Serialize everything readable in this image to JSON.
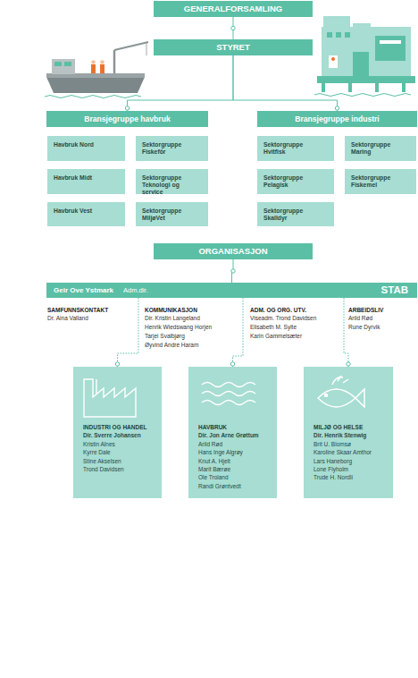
{
  "diagram": {
    "nodes": [
      {
        "text": [
          "GENERALFORSAMLING"
        ]
      },
      {
        "text": [
          "STYRET"
        ]
      },
      {
        "text": [
          "Bransjegruppe havbruk"
        ]
      },
      {
        "text": [
          "Bransjegruppe industri"
        ]
      },
      {
        "text": [
          "Havbruk Nord"
        ]
      },
      {
        "text": [
          "Sektorgruppe Fiskefôr"
        ]
      },
      {
        "text": [
          "Havbruk Midt"
        ]
      },
      {
        "text": [
          "Sektorgruppe Teknologi og service"
        ]
      },
      {
        "text": [
          "Havbruk Vest"
        ]
      },
      {
        "text": [
          "Sektorgruppe MiljøVet"
        ]
      },
      {
        "text": [
          "Sektorgruppe Hvitfisk"
        ]
      },
      {
        "text": [
          "Sektorgruppe Maring"
        ]
      },
      {
        "text": [
          "Sektorgruppe Pelagisk"
        ]
      },
      {
        "text": [
          "Sektorgruppe Fiskemel"
        ]
      },
      {
        "text": [
          "Sektorgruppe Skalldyr"
        ]
      },
      {
        "text": [
          "ORGANISASJON"
        ]
      },
      {
        "text": [
          "Geir Ove Ystmark",
          "Adm.dir.",
          "STAB"
        ]
      },
      {
        "text": [
          "INDUSTRI OG HANDEL",
          "Dir. Sverre Johansen",
          "Kristin Alnes",
          "Kyrre Dale",
          "Stine Akselsen",
          "Trond Davidsen"
        ]
      },
      {
        "text": [
          "HAVBRUK",
          "Dir. Jon Arne Grøttum",
          "Arild Rød",
          "Hans Inge Algrøy",
          "Knut A. Hjelt",
          "Marit Bærøe",
          "Ole Troland",
          "Randi Grøntvedt"
        ]
      },
      {
        "text": [
          "MILJØ OG HELSE",
          "Dir. Henrik Stenwig",
          "Brit U. Blomsø",
          "Karoline Skaar Amthor",
          "Lars Haneborg",
          "Lone Flyholm",
          "Trude H. Nordli"
        ]
      }
    ],
    "edges": [
      {
        "from": 0,
        "to": 1,
        "arrow": "none"
      },
      {
        "from": 1,
        "to": 2,
        "arrow": "none"
      },
      {
        "from": 1,
        "to": 3,
        "arrow": "none"
      },
      {
        "from": 15,
        "to": 16,
        "arrow": "none"
      },
      {
        "from": 16,
        "to": 17,
        "arrow": "none"
      },
      {
        "from": 16,
        "to": 18,
        "arrow": "none"
      },
      {
        "from": 16,
        "to": 19,
        "arrow": "none"
      }
    ],
    "labels": [
      "SAMFUNNSKONTAKT",
      "Dr. Aina Valland",
      "KOMMUNIKASJON",
      "Dir. Kristin Langeland",
      "Henrik Wiedswang Horjen",
      "Tarjei Svalbjørg",
      "Øyvind André Haram",
      "ADM. OG ORG. UTV.",
      "Viseadm. Trond Davidsen",
      "Elisabeth M. Sylte",
      "Karin Gammelsæter",
      "ARBEIDSLIV",
      "Arild Rød",
      "Rune Dyrvik"
    ]
  }
}
